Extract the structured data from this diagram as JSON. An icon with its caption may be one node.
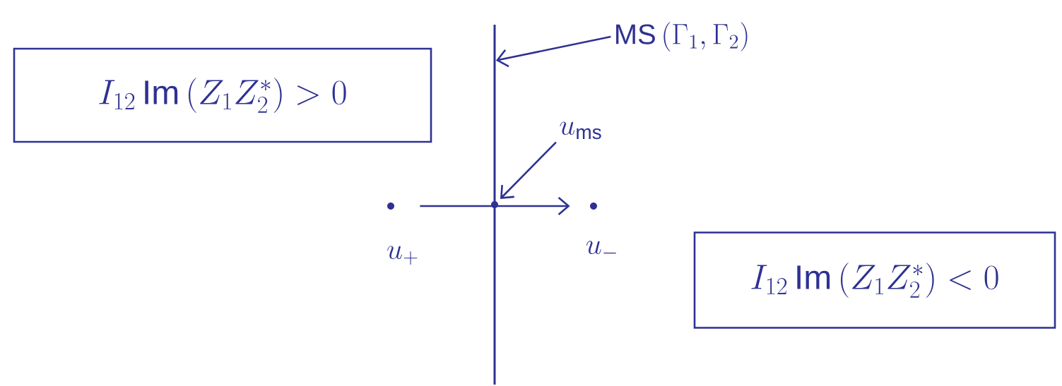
{
  "diagram": {
    "nodes": [
      {
        "text": [
          "I_{12}\\,\\mathrm{Im}\\left(Z_1 Z_2^{*}\\right) > 0"
        ]
      },
      {
        "text": [
          "I_{12}\\,\\mathrm{Im}\\left(Z_1 Z_2^{*}\\right) < 0"
        ]
      },
      {
        "text": [],
        "shape": "line"
      },
      {
        "text": [
          "\\mathrm{MS}\\,(\\Gamma_1,\\Gamma_2)"
        ]
      },
      {
        "text": [
          "u_{\\mathrm{ms}}"
        ]
      },
      {
        "text": [],
        "shape": "circle"
      },
      {
        "text": [],
        "shape": "circle",
        "beside": [
          "u_{+}"
        ]
      },
      {
        "text": [],
        "shape": "circle",
        "beside": [
          "u_{-}"
        ]
      }
    ],
    "edges": [
      {
        "from": 3,
        "to": 2,
        "arrow": "to"
      },
      {
        "from": 4,
        "to": 5,
        "arrow": "to"
      },
      {
        "from": 6,
        "to": 7,
        "arrow": "to"
      }
    ]
  }
}
